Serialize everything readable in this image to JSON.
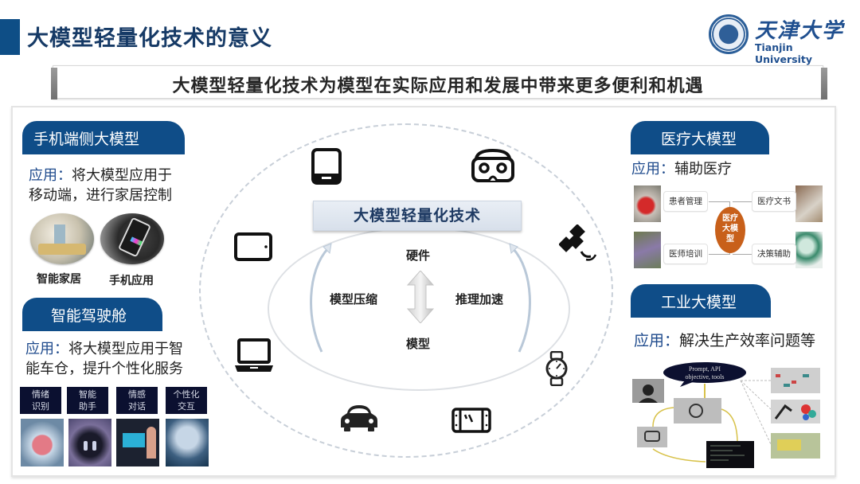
{
  "header": {
    "title": "大模型轻量化技术的意义",
    "logo": {
      "cn": "天津大学",
      "en": "Tianjin University",
      "icon": "university-seal-icon"
    }
  },
  "banner": {
    "text": "大模型轻量化技术为模型在实际应用和发展中带来更多便利和机遇"
  },
  "colors": {
    "accent": "#0f4d88",
    "title": "#163a66",
    "app_label": "#1e4a8c",
    "medical_center": "#c8601a"
  },
  "left": {
    "mobile": {
      "tab": "手机端侧大模型",
      "app_prefix": "应用：",
      "app_line1": "将大模型应用于",
      "app_line2": "移动端，进行家居控制",
      "images": [
        {
          "label": "智能家居",
          "icon": "smart-home-photo"
        },
        {
          "label": "手机应用",
          "icon": "phone-app-photo"
        }
      ]
    },
    "cockpit": {
      "tab": "智能驾驶舱",
      "app_prefix": "应用：",
      "app_line1": "将大模型应用于智",
      "app_line2": "能车仓，提升个性化服务",
      "features": [
        {
          "line1": "情绪",
          "line2": "识别"
        },
        {
          "line1": "智能",
          "line2": "助手"
        },
        {
          "line1": "情感",
          "line2": "对话"
        },
        {
          "line1": "个性化",
          "line2": "交互"
        }
      ]
    }
  },
  "center": {
    "core_title": "大模型轻量化技术",
    "top": "硬件",
    "bottom": "模型",
    "left": "模型压缩",
    "right": "推理加速",
    "devices": [
      "phone-icon",
      "vr-headset-icon",
      "tablet-icon",
      "satellite-icon",
      "laptop-icon",
      "smartwatch-icon",
      "car-icon",
      "game-console-icon"
    ]
  },
  "right": {
    "medical": {
      "tab": "医疗大模型",
      "app_prefix": "应用：",
      "app_text": "辅助医疗",
      "center": "医疗大模型",
      "center_lines": [
        "医疗",
        "大模",
        "型"
      ],
      "nodes": [
        "患者管理",
        "医疗文书",
        "医师培训",
        "决策辅助"
      ]
    },
    "industrial": {
      "tab": "工业大模型",
      "app_prefix": "应用：",
      "app_text": "解决生产效率问题等",
      "prompt_bubble_line1": "Prompt, API",
      "prompt_bubble_line2": "objective, tools"
    }
  }
}
